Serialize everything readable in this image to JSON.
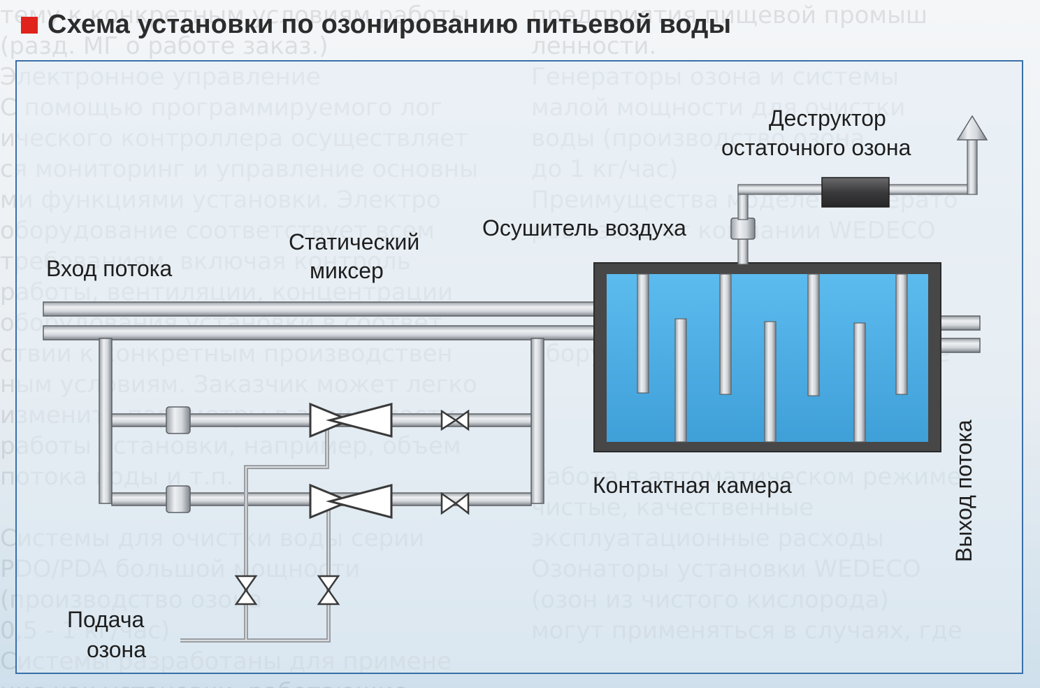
{
  "title": "Схема установки по озонированию питьевой воды",
  "labels": {
    "inflow": "Вход потока",
    "mixer_line1": "Статический",
    "mixer_line2": "миксер",
    "dryer": "Осушитель воздуха",
    "destructor_line1": "Деструктор",
    "destructor_line2": "остаточного озона",
    "contact_chamber": "Контактная камера",
    "outflow": "Выход потока",
    "ozone_line1": "Подача",
    "ozone_line2": "озона"
  },
  "background_text": {
    "left": [
      "тему к конкретным условиям работы",
      "(разд. МГ о работе заказ.)",
      "Электронное управление",
      "С помощью программируемого лог",
      "ического контроллера осуществляет",
      "ся мониторинг и управление основны",
      "ми функциями установки. Электро",
      "оборудование соответствует всем",
      "требованиям, включая контроль",
      "работы, вентиляции, концентрации",
      "оборудования установки в соответ",
      "ствии к конкретным производствен",
      "ным условиям. Заказчик может легко",
      "изменить параметры в зависимости",
      "работы установки, например, объем",
      "потока воды и т.п.",
      "",
      "Системы для очистки воды серии",
      "PDO/PDA большой мощности",
      "(производство озона",
      "0,5 - 1 кг/час)",
      "Системы разработаны для примене",
      "ния как установки, работающие"
    ],
    "right": [
      "предприятия пищевой промыш",
      "ленности.",
      "Генераторы озона и системы",
      "малой мощности для очистки",
      "воды (производство озона",
      "до 1 кг/час)",
      "Преимущества моделей генерато",
      "ров озона от компании WEDECO",
      "",
      "",
      "",
      "оборудования в рабочем режиме",
      "",
      "",
      "",
      "работа в автоматическом режиме",
      "чистые, качественные",
      "эксплуатационные расходы",
      "Озонаторы установки WEDECO",
      "(озон из чистого кислорода)",
      "могут применяться в случаях, где"
    ]
  },
  "colors": {
    "accent_red": "#e0231c",
    "frame_blue": "#3a6fa8",
    "water": "#4fb0e6",
    "tank_wall": "#4a4a4a",
    "pipe": "#c9cdd1",
    "pipe_edge": "#5d6166",
    "destructor_body": "#3e3e40"
  },
  "icons": {
    "valve": "double-triangle-valve-icon",
    "mixer": "static-mixer-icon",
    "arrow": "up-arrow-icon"
  }
}
